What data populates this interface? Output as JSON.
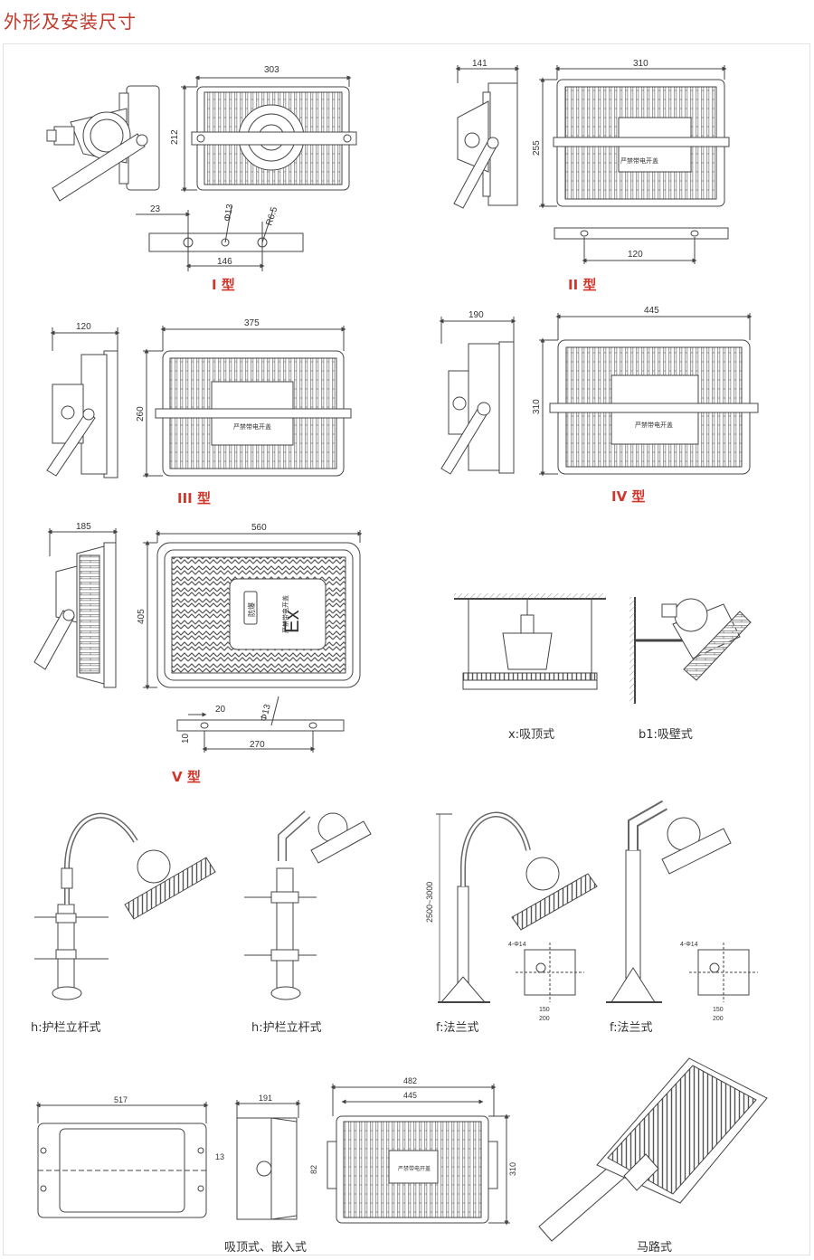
{
  "header": {
    "title": "外形及安装尺寸"
  },
  "models": {
    "t1": {
      "caption": "I 型",
      "dims": [
        "303",
        "212",
        "23",
        "Φ13",
        "R6.5",
        "146"
      ]
    },
    "t2": {
      "caption": "II 型",
      "dims": [
        "141",
        "310",
        "255",
        "120"
      ],
      "plate_label": "严禁带电开盖"
    },
    "t3": {
      "caption": "III 型",
      "dims": [
        "120",
        "375",
        "260"
      ],
      "plate_label": "严禁带电开盖"
    },
    "t4": {
      "caption": "IV 型",
      "dims": [
        "190",
        "445",
        "310"
      ],
      "plate_label": "严禁带电开盖"
    },
    "t5": {
      "caption": "V 型",
      "dims": [
        "185",
        "560",
        "405",
        "20",
        "Φ13",
        "10",
        "270"
      ],
      "plate_label": "严禁带电开盖",
      "ex_mark": "Ex",
      "badge": "防爆"
    }
  },
  "mounts": {
    "x": "x:吸顶式",
    "b1": "b1:吸壁式",
    "h1": "h:护栏立杆式",
    "h2": "h:护栏立杆式",
    "f1": "f:法兰式",
    "f2": "f:法兰式",
    "pole_height": "2500~3000",
    "flange_hole": "4-Φ14",
    "flange_dims": [
      "150",
      "200",
      "150",
      "200"
    ]
  },
  "bottom": {
    "ceiling": {
      "caption": "吸顶式、嵌入式",
      "dims": [
        "517",
        "191",
        "482",
        "445",
        "310",
        "13",
        "82"
      ],
      "plate_label": "严禁带电开盖"
    },
    "road": {
      "caption": "马路式"
    }
  }
}
